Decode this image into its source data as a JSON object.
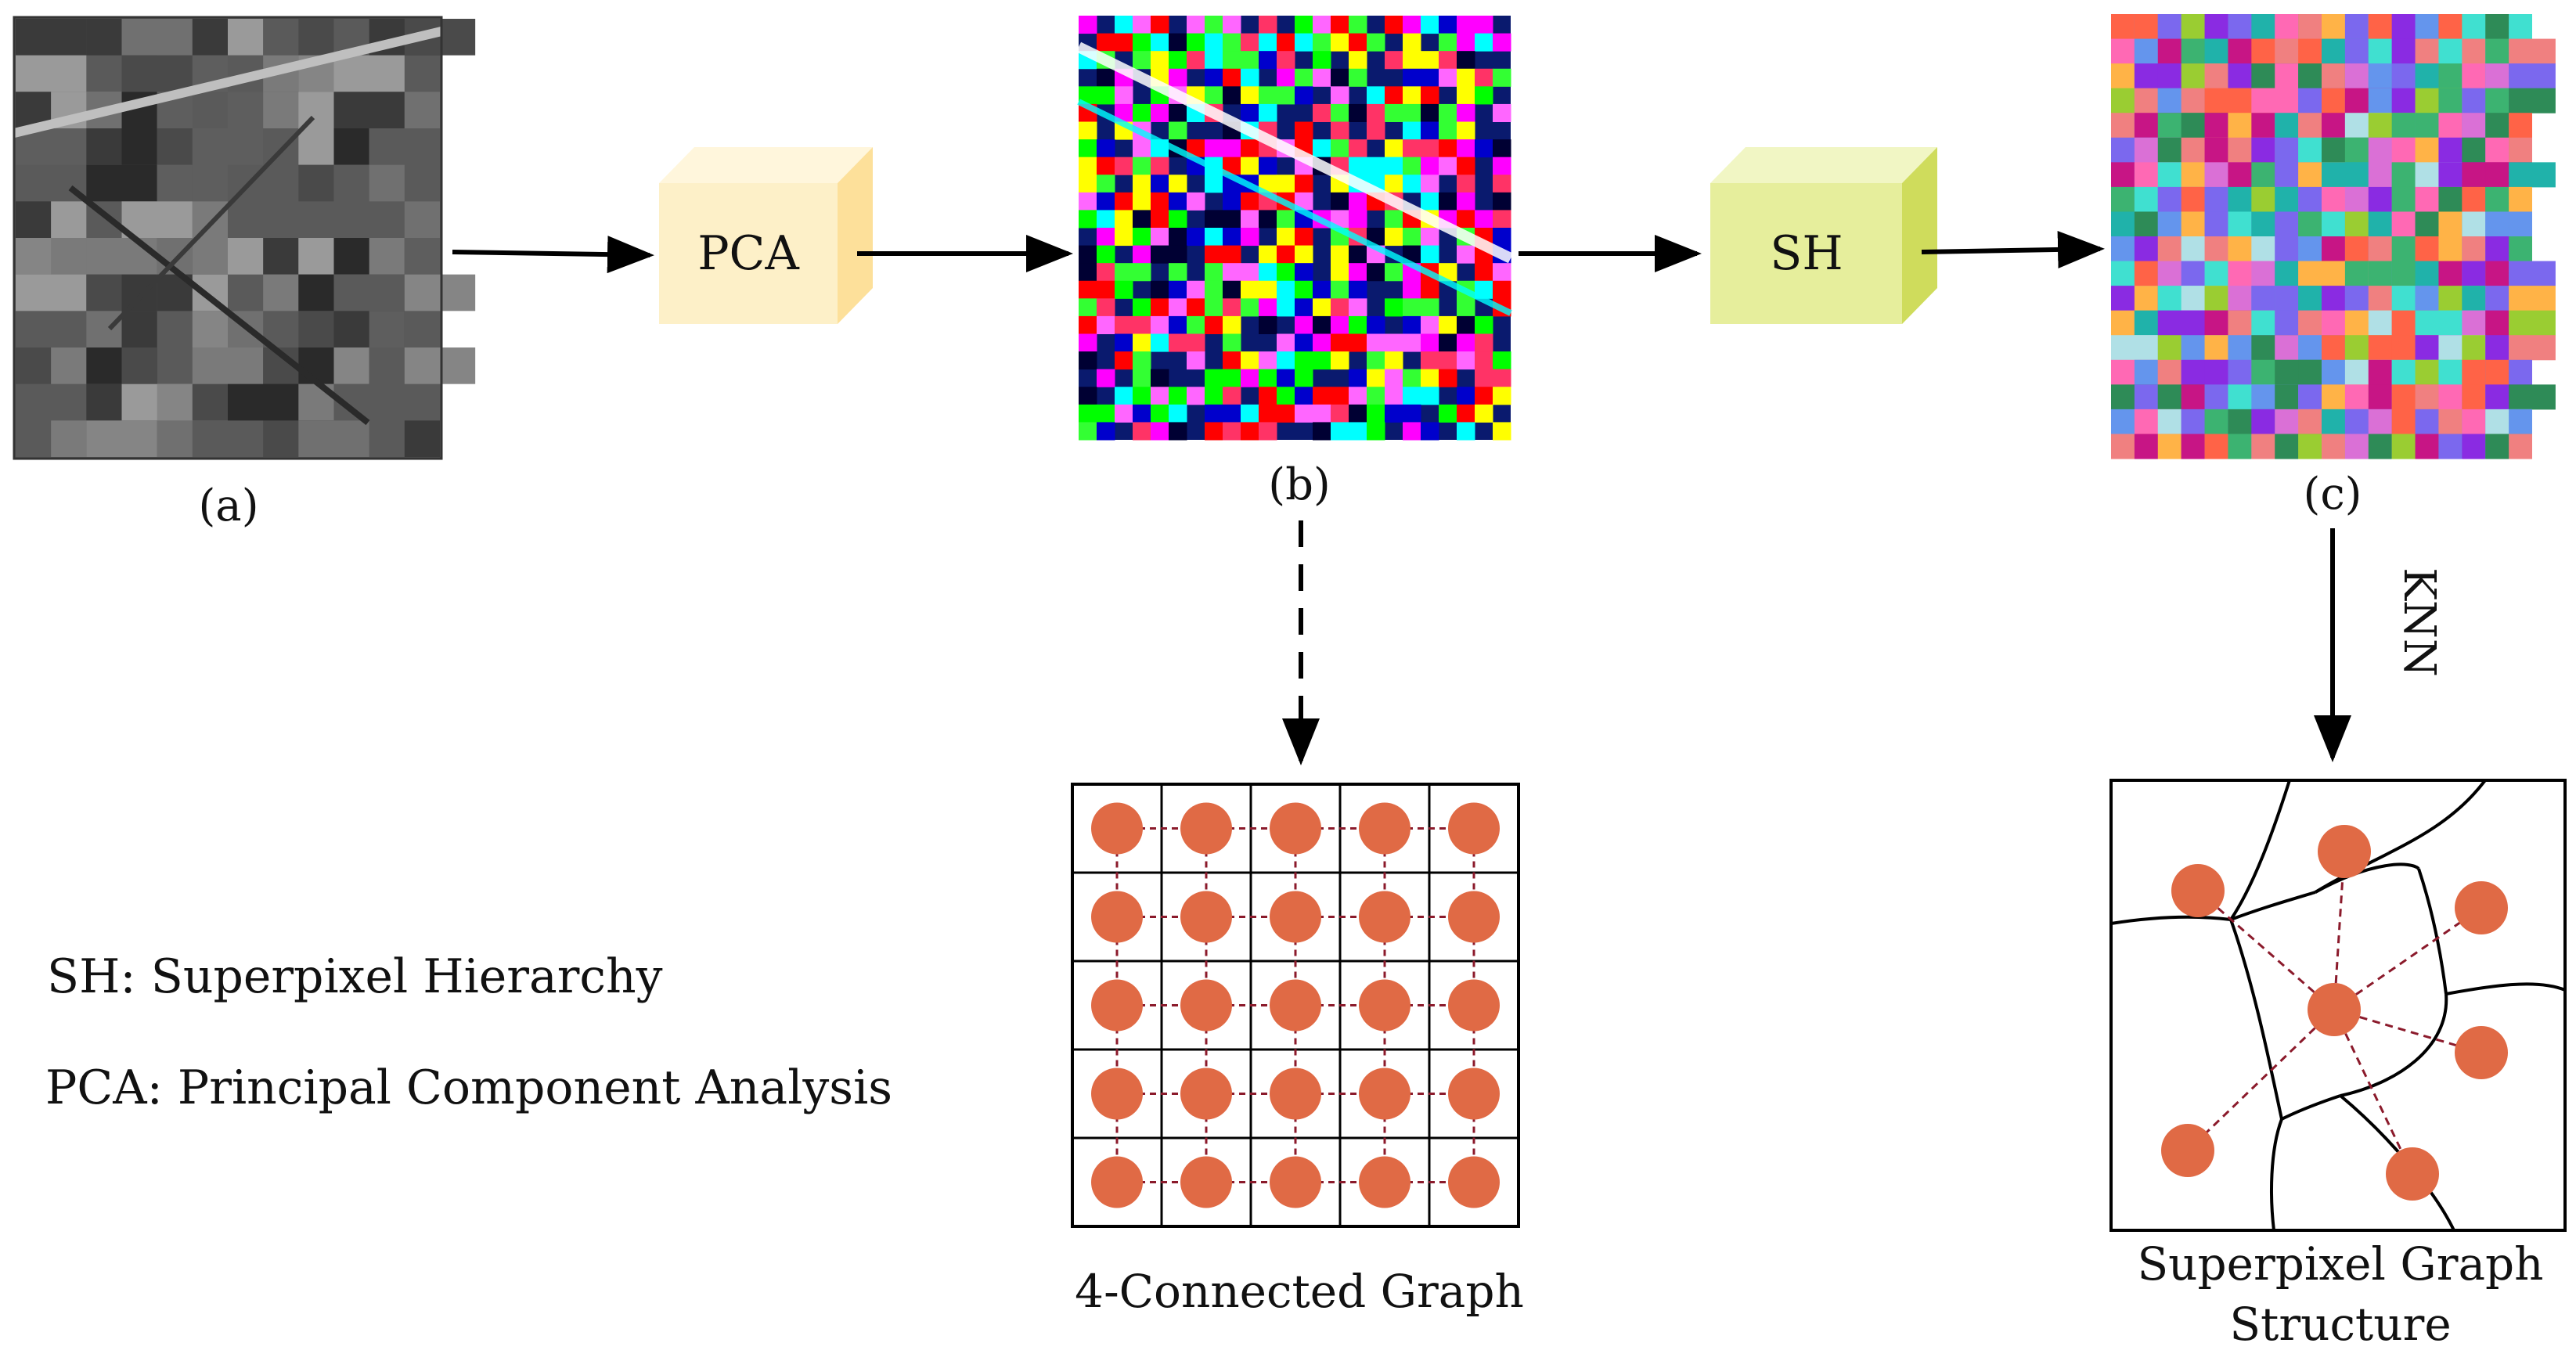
{
  "panels": {
    "a": {
      "caption": "(a)"
    },
    "b": {
      "caption": "(b)"
    },
    "c": {
      "caption": "(c)"
    }
  },
  "blocks": {
    "pca": {
      "label": "PCA",
      "face_color": "#fdf0c8",
      "side_color": "#fde09a",
      "top_color": "#fff6dc"
    },
    "sh": {
      "label": "SH",
      "face_color": "#e6ee9c",
      "side_color": "#cfdc5c",
      "top_color": "#f1f6c4"
    }
  },
  "edges": {
    "knn_label": "KNN"
  },
  "graphs": {
    "grid": {
      "caption": "4-Connected Graph",
      "rows": 5,
      "cols": 5
    },
    "superpixel": {
      "caption_line1": "Superpixel Graph",
      "caption_line2": "Structure"
    }
  },
  "legend": {
    "sh": "SH: Superpixel Hierarchy",
    "pca": "PCA: Principal Component Analysis"
  },
  "colors": {
    "node": "#e06a45",
    "edge": "#8b1a2b",
    "arrow": "#000000"
  }
}
